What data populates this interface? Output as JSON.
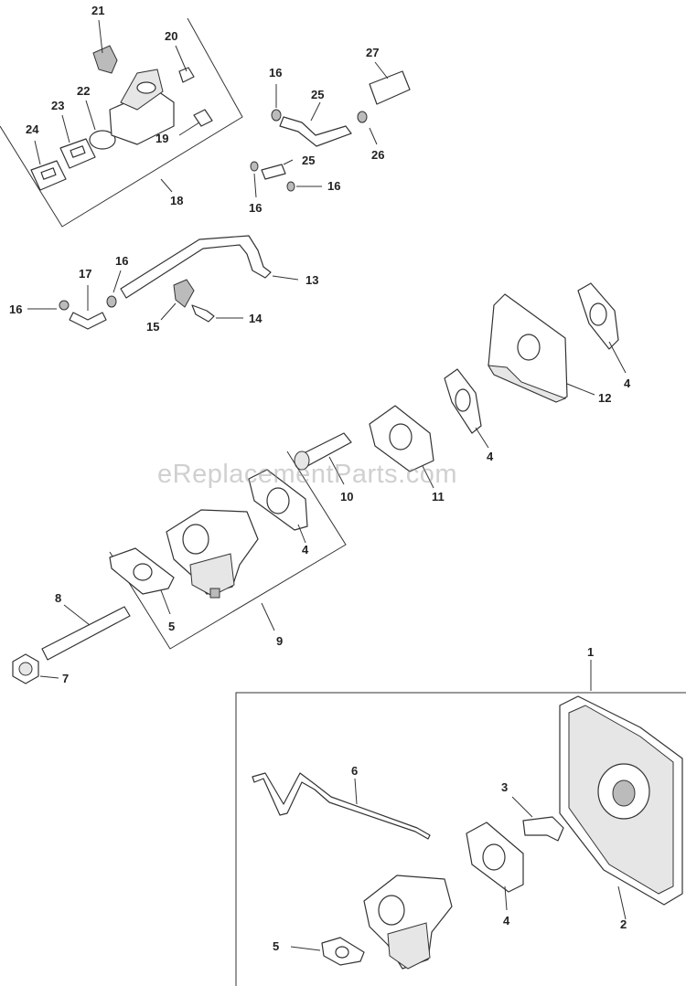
{
  "watermark": "eReplacementParts.com",
  "callouts": {
    "c1": "1",
    "c2": "2",
    "c3": "3",
    "c4a": "4",
    "c4b": "4",
    "c4c": "4",
    "c4d": "4",
    "c5a": "5",
    "c5b": "5",
    "c6": "6",
    "c7": "7",
    "c8": "8",
    "c9": "9",
    "c10": "10",
    "c11": "11",
    "c12": "12",
    "c13": "13",
    "c14": "14",
    "c15": "15",
    "c16a": "16",
    "c16b": "16",
    "c16c": "16",
    "c16d": "16",
    "c16e": "16",
    "c17": "17",
    "c18": "18",
    "c19": "19",
    "c20": "20",
    "c21": "21",
    "c22": "22",
    "c23": "23",
    "c24": "24",
    "c25a": "25",
    "c25b": "25",
    "c26": "26",
    "c27": "27"
  }
}
